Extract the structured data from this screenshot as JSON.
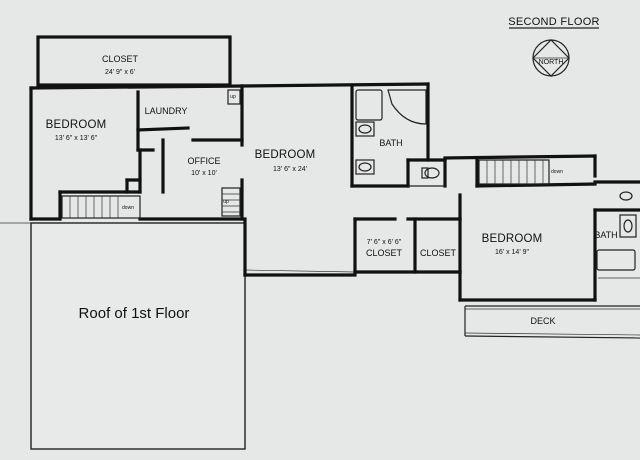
{
  "title": "SECOND FLOOR",
  "compass": {
    "label": "NORTH",
    "icon": "north-arrow-icon"
  },
  "roof_label": "Roof of 1st Floor",
  "rooms": {
    "closet_top": {
      "name": "CLOSET",
      "size": "24' 9\" x 6'"
    },
    "bedroom_west": {
      "name": "BEDROOM",
      "size": "13' 6\" x 13' 6\""
    },
    "laundry": {
      "name": "LAUNDRY"
    },
    "office": {
      "name": "OFFICE",
      "size": "10' x 10'"
    },
    "bedroom_center": {
      "name": "BEDROOM",
      "size": "13' 6\" x 24'"
    },
    "bath_center": {
      "name": "BATH"
    },
    "closet_small": {
      "name": "CLOSET",
      "size": "7' 6\" x 6' 6\""
    },
    "closet_mid": {
      "name": "CLOSET"
    },
    "bedroom_east": {
      "name": "BEDROOM",
      "size": "16' x 14' 9\""
    },
    "bath_east": {
      "name": "BATH"
    },
    "deck": {
      "name": "DECK"
    }
  },
  "stairs": {
    "down": "down",
    "up_left": "up",
    "up_right": "up",
    "down_right": "down"
  },
  "colors": {
    "paper": "#e6e7e7",
    "wall": "#111111"
  }
}
